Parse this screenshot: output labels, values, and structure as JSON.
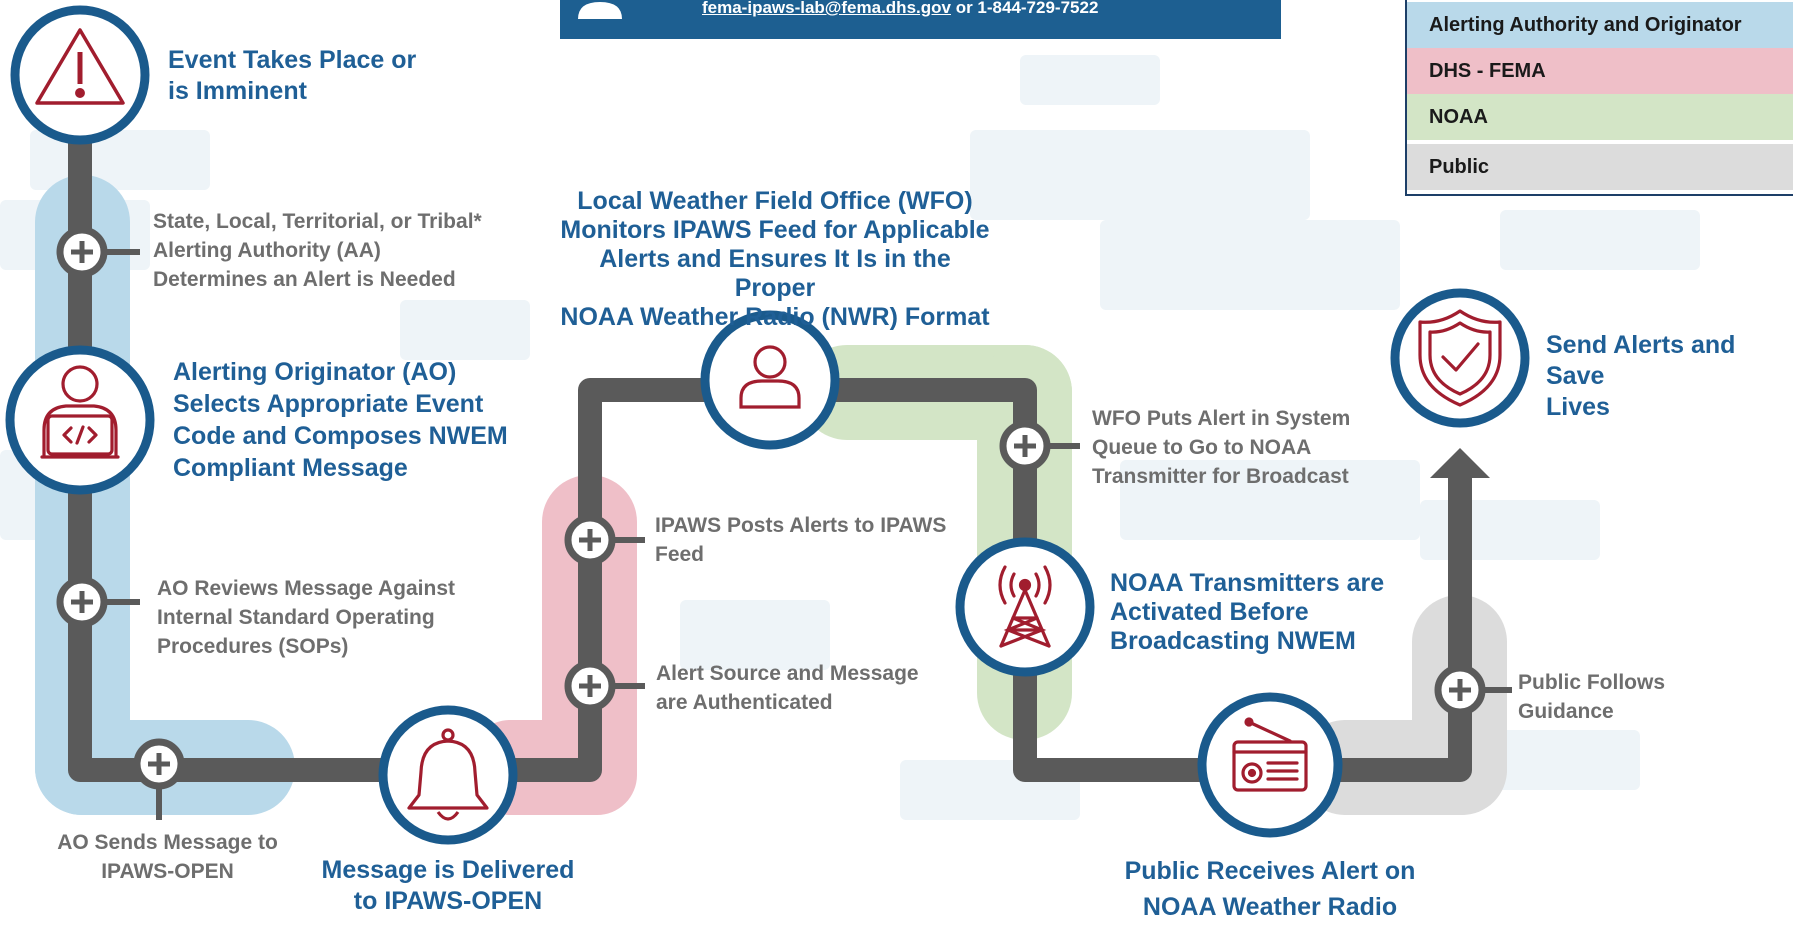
{
  "colors": {
    "blue_lane": "#b9d9ea",
    "pink_lane": "#efbfc8",
    "green_lane": "#d3e5c6",
    "gray_lane": "#dcdcdc",
    "path": "#5a5a5a",
    "ring": "#1a5a8c",
    "icon_red": "#a11d2e",
    "heading_blue": "#1f5f96",
    "step_gray": "#6e6e6e",
    "cloud": "#eef4f8"
  },
  "contact": {
    "email": "fema-ipaws-lab@fema.dhs.gov",
    "suffix": " or 1-844-729-7522"
  },
  "legend": {
    "items": [
      {
        "label": "Alerting Authority and Originator",
        "color": "#b9d9ea"
      },
      {
        "label": "DHS - FEMA",
        "color": "#efbfc8"
      },
      {
        "label": "NOAA",
        "color": "#d3e5c6"
      },
      {
        "label": "Public",
        "color": "#dcdcdc"
      }
    ]
  },
  "milestones": {
    "event": {
      "line1": "Event Takes Place or",
      "line2": "is Imminent",
      "icon": "warning-triangle-icon"
    },
    "originator": {
      "line1": "Alerting Originator (AO)",
      "line2": "Selects Appropriate Event",
      "line3": "Code and Composes NWEM",
      "line4": "Compliant Message",
      "icon": "person-laptop-icon"
    },
    "delivered": {
      "line1": "Message is Delivered",
      "line2": "to IPAWS-OPEN",
      "icon": "bell-icon"
    },
    "wfo": {
      "line1": "Local Weather Field Office (WFO)",
      "line2": "Monitors IPAWS Feed for Applicable",
      "line3": "Alerts and Ensures It Is in the Proper",
      "line4": "NOAA Weather Radio (NWR) Format",
      "icon": "person-icon"
    },
    "transmitters": {
      "line1": "NOAA Transmitters are",
      "line2": "Activated Before",
      "line3": "Broadcasting NWEM",
      "icon": "radio-tower-icon"
    },
    "public_receives": {
      "line1": "Public Receives Alert on",
      "line2": "NOAA Weather Radio",
      "icon": "radio-icon"
    },
    "save_lives": {
      "line1": "Send Alerts and Save",
      "line2": "Lives",
      "icon": "shield-check-icon"
    }
  },
  "steps": {
    "aa": {
      "line1": "State, Local, Territorial, or Tribal*",
      "line2": "Alerting Authority (AA)",
      "line3": "Determines an Alert is Needed"
    },
    "review": {
      "line1": "AO Reviews Message Against",
      "line2": "Internal Standard Operating",
      "line3": "Procedures (SOPs)"
    },
    "send": {
      "line1": "AO Sends Message to",
      "line2": "IPAWS-OPEN"
    },
    "posts": {
      "line1": "IPAWS Posts Alerts to IPAWS",
      "line2": "Feed"
    },
    "auth": {
      "line1": "Alert Source and Message",
      "line2": "are Authenticated"
    },
    "queue": {
      "line1": "WFO Puts Alert in System",
      "line2": "Queue to Go to NOAA",
      "line3": "Transmitter for Broadcast"
    },
    "follows": {
      "line1": "Public Follows",
      "line2": "Guidance"
    }
  }
}
